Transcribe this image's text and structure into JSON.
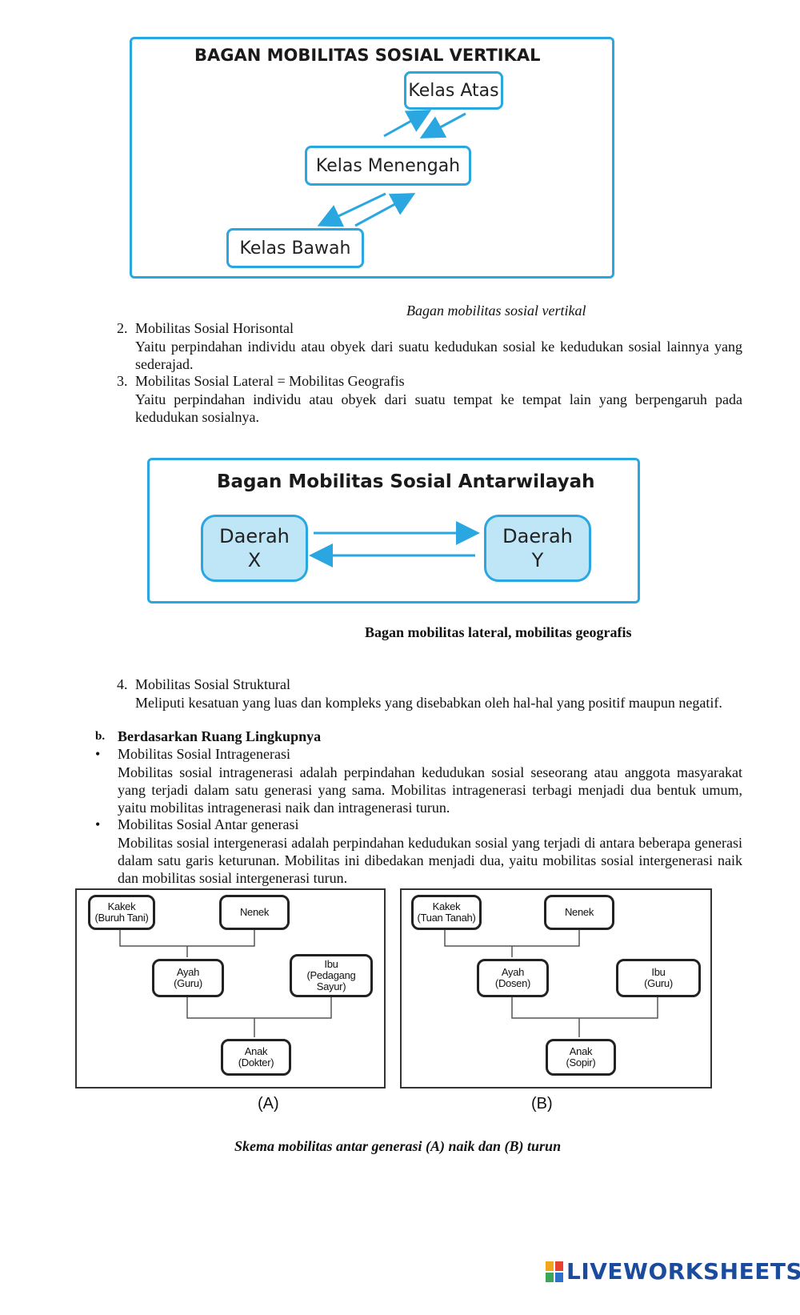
{
  "fig1": {
    "title": "BAGAN MOBILITAS SOSIAL VERTIKAL",
    "upper": "Kelas Atas",
    "middle": "Kelas Menengah",
    "lower": "Kelas Bawah",
    "caption": "Bagan mobilitas sosial vertikal"
  },
  "item2": {
    "number": "2.",
    "heading": "Mobilitas Sosial Horisontal",
    "text": "Yaitu perpindahan individu atau obyek dari suatu kedudukan sosial ke kedudukan sosial lainnya yang sederajad."
  },
  "item3": {
    "number": "3.",
    "heading": "Mobilitas Sosial Lateral = Mobilitas Geografis",
    "text": "Yaitu perpindahan individu atau obyek dari suatu tempat ke tempat lain yang berpengaruh pada kedudukan sosialnya."
  },
  "fig2": {
    "title": "Bagan Mobilitas Sosial Antarwilayah",
    "region_x": "Daerah\nX",
    "region_y": "Daerah\nY",
    "caption": "Bagan mobilitas lateral, mobilitas geografis"
  },
  "item4": {
    "number": "4.",
    "heading": "Mobilitas Sosial Struktural",
    "text": "Meliputi kesatuan yang luas dan kompleks yang disebabkan oleh hal-hal yang positif maupun negatif."
  },
  "section_b": {
    "marker": "b.",
    "heading": "Berdasarkan Ruang Lingkupnya"
  },
  "bullet1": {
    "symbol": "•",
    "heading": "Mobilitas Sosial Intragenerasi",
    "text": "Mobilitas sosial intragenerasi adalah perpindahan kedudukan sosial seseorang atau anggota masyarakat yang terjadi dalam satu generasi yang sama. Mobilitas intragenerasi terbagi menjadi dua bentuk umum, yaitu mobilitas intragenerasi naik dan intragenerasi turun."
  },
  "bullet2": {
    "symbol": "•",
    "heading": "Mobilitas Sosial Antar generasi",
    "text": "Mobilitas sosial intergenerasi adalah perpindahan kedudukan sosial yang terjadi di antara beberapa generasi dalam satu garis keturunan. Mobilitas ini dibedakan menjadi dua, yaitu mobilitas sosial intergenerasi naik dan mobilitas sosial intergenerasi turun."
  },
  "treeA": {
    "label": "(A)",
    "grandfather": "Kakek\n(Buruh Tani)",
    "grandmother": "Nenek",
    "father": "Ayah\n(Guru)",
    "mother": "Ibu\n(Pedagang\nSayur)",
    "child": "Anak\n(Dokter)"
  },
  "treeB": {
    "label": "(B)",
    "grandfather": "Kakek\n(Tuan Tanah)",
    "grandmother": "Nenek",
    "father": "Ayah\n(Dosen)",
    "mother": "Ibu\n(Guru)",
    "child": "Anak\n(Sopir)"
  },
  "fig3_caption": "Skema mobilitas antar generasi (A) naik dan (B) turun",
  "footer": {
    "brand": "LIVEWORKSHEETS"
  },
  "colors": {
    "diagram_blue": "#2aa7e0",
    "region_fill": "#bfe6f7",
    "brand": "#1b4b9c"
  }
}
